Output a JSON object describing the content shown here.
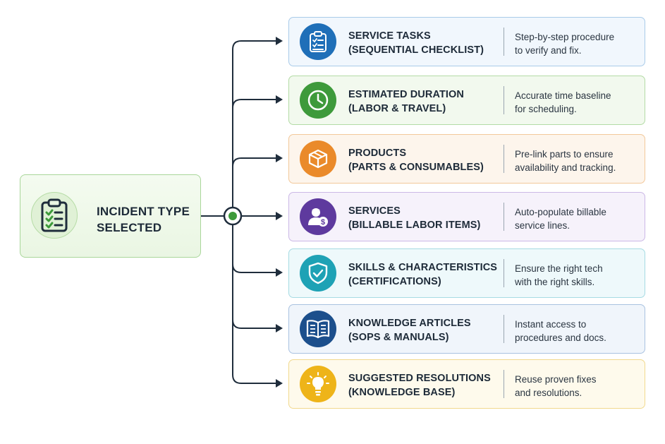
{
  "source": {
    "title_line1": "INCIDENT TYPE",
    "title_line2": "SELECTED",
    "icon": "clipboard-checklist-icon",
    "colors": {
      "border": "#a9d69a",
      "background": "#eef8e9",
      "accent": "#3d9a3a"
    }
  },
  "items": [
    {
      "title_line1": "SERVICE TASKS",
      "title_line2": "(SEQUENTIAL CHECKLIST)",
      "desc_line1": "Step-by-step procedure",
      "desc_line2": "to verify and fix.",
      "icon": "clipboard-list-icon",
      "colors": {
        "accent": "#1f6fb8",
        "border": "#a9cbe9",
        "background": "#f1f7fd"
      }
    },
    {
      "title_line1": "ESTIMATED DURATION",
      "title_line2": "(LABOR & TRAVEL)",
      "desc_line1": "Accurate time baseline",
      "desc_line2": "for scheduling.",
      "icon": "clock-icon",
      "colors": {
        "accent": "#3e9a3b",
        "border": "#b3dba5",
        "background": "#f2f9ee"
      }
    },
    {
      "title_line1": "PRODUCTS",
      "title_line2": "(PARTS & CONSUMABLES)",
      "desc_line1": "Pre-link parts to ensure",
      "desc_line2": "availability and tracking.",
      "icon": "package-box-icon",
      "colors": {
        "accent": "#ea8a2a",
        "border": "#f2c89a",
        "background": "#fdf5ec"
      }
    },
    {
      "title_line1": "SERVICES",
      "title_line2": "(BILLABLE LABOR ITEMS)",
      "desc_line1": "Auto-populate billable",
      "desc_line2": "service lines.",
      "icon": "worker-dollar-icon",
      "colors": {
        "accent": "#5e3a9e",
        "border": "#cbb8e6",
        "background": "#f6f2fb"
      }
    },
    {
      "title_line1": "SKILLS & CHARACTERISTICS",
      "title_line2": "(CERTIFICATIONS)",
      "desc_line1": "Ensure the right tech",
      "desc_line2": "with the right skills.",
      "icon": "shield-check-icon",
      "colors": {
        "accent": "#1ea2b5",
        "border": "#a6dbe3",
        "background": "#eef9fb"
      }
    },
    {
      "title_line1": "KNOWLEDGE ARTICLES",
      "title_line2": "(SOPS & MANUALS)",
      "desc_line1": "Instant access to",
      "desc_line2": "procedures and docs.",
      "icon": "open-book-icon",
      "colors": {
        "accent": "#1c4f8c",
        "border": "#a9c2e0",
        "background": "#f0f5fb"
      }
    },
    {
      "title_line1": "SUGGESTED RESOLUTIONS",
      "title_line2": "(KNOWLEDGE BASE)",
      "desc_line1": "Reuse proven fixes",
      "desc_line2": "and resolutions.",
      "icon": "lightbulb-icon",
      "colors": {
        "accent": "#eeb419",
        "border": "#f1d98e",
        "background": "#fefaec"
      }
    }
  ],
  "connector": {
    "line_color": "#1f2d3c",
    "hub_color": "#3d9a3a"
  }
}
